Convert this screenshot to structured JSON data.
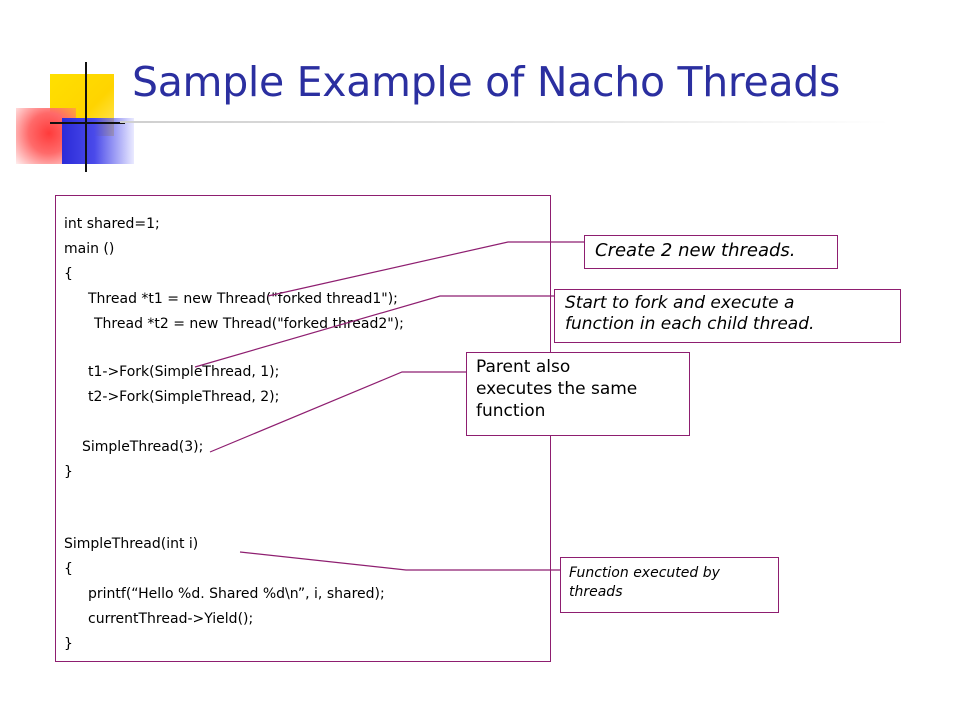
{
  "slide": {
    "title": "Sample Example of Nacho Threads"
  },
  "code": {
    "lines": [
      "int shared=1;",
      "main ()",
      "{",
      "Thread *t1 = new Thread(\"forked thread1\");",
      "Thread *t2 = new Thread(\"forked thread2\");",
      "t1->Fork(SimpleThread, 1);",
      "t2->Fork(SimpleThread, 2);",
      "SimpleThread(3);",
      "}",
      "SimpleThread(int i)",
      "{",
      "printf(“Hello %d.  Shared %d\\n”, i, shared);",
      "currentThread->Yield();",
      "}"
    ]
  },
  "callouts": {
    "create_threads": "Create 2 new threads.",
    "fork_execute_line1": "Start to  fork and execute a",
    "fork_execute_line2": "function in each child thread.",
    "parent_line1": "Parent also",
    "parent_line2": "executes the same",
    "parent_line3": "function",
    "function_line1": "Function executed by",
    "function_line2": "threads"
  },
  "colors": {
    "title": "#2b2fa0",
    "border": "#8e1e70",
    "logo_yellow": "#ffd400",
    "logo_red": "#ff3b3b",
    "logo_blue": "#2b2bd8"
  }
}
